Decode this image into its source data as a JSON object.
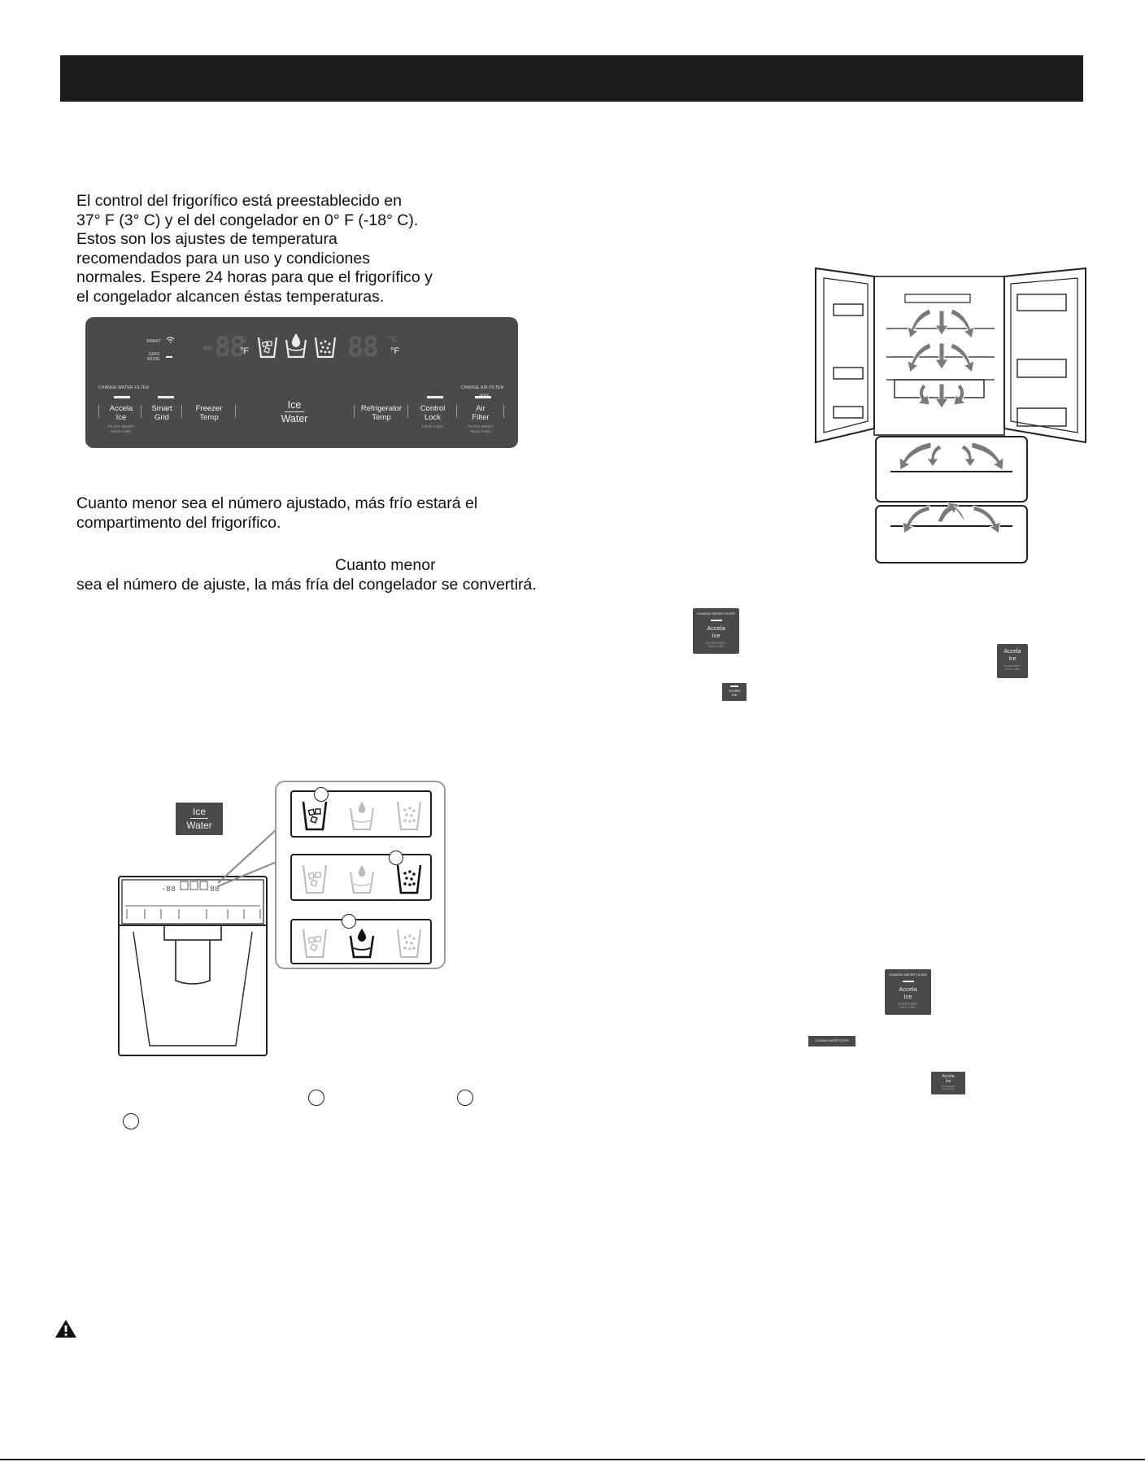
{
  "intro": {
    "lines": [
      "El control del frigorífico está preestablecido en",
      "37° F (3° C) y el del congelador en 0° F (-18° C).",
      "Estos son los ajustes de temperatura",
      "recomendados para un uso y condiciones",
      "normales. Espere 24 horas para que el frigorífico y",
      "el congelador alcancen éstas temperaturas."
    ]
  },
  "panel": {
    "smart": "SMART",
    "grid_mode_1": "GRID",
    "grid_mode_2": "MODE",
    "freezer_display": "-88",
    "fridge_display": "88",
    "unit_c": "°C",
    "unit_f": "°F",
    "change_water_filter": "CHANGE WATER FILTER",
    "change_air_filter": "CHANGE AIR FILTER",
    "max": "MAX",
    "accela_1": "Accela",
    "accela_2": "Ice",
    "smart_grid_1": "Smart",
    "smart_grid_2": "Grid",
    "freezer_temp_1": "Freezer",
    "freezer_temp_2": "Temp",
    "ice_water_1": "Ice",
    "ice_water_2": "Water",
    "refrigerator_temp_1": "Refrigerator",
    "refrigerator_temp_2": "Temp",
    "control_lock_1": "Control",
    "control_lock_2": "Lock",
    "air_filter_1": "Air",
    "air_filter_2": "Filter",
    "filter_reset_1": "FILTER RESET",
    "filter_reset_2": "HOLD 3 SEC",
    "hold_3_sec": "HOLD 3 SEC"
  },
  "fridge_para": {
    "line1": "Cuanto menor sea el número ajustado, más frío estará el",
    "line2": "compartimento del frigorífico."
  },
  "freezer_para": {
    "line1": "Cuanto menor",
    "line2": "sea el número de ajuste, la más fría del congelador se convertirá."
  },
  "ice_water_button": {
    "line1": "Ice",
    "line2": "Water"
  },
  "accela_button": {
    "top": "CHANGE WATER FILTER",
    "line1": "Accela",
    "line2": "Ice",
    "sub1": "FILTER RESET",
    "sub2": "HOLD 3 SEC"
  },
  "change_water_filter_chip": "CHANGE WATER FILTER",
  "icons": {
    "warning": "warning-triangle-icon",
    "cubed": "cubed-ice-icon",
    "water": "water-drop-icon",
    "crushed": "crushed-ice-icon",
    "wifi": "wifi-icon"
  },
  "colors": {
    "header": "#1c1c1c",
    "panel": "#4a4a4a"
  }
}
